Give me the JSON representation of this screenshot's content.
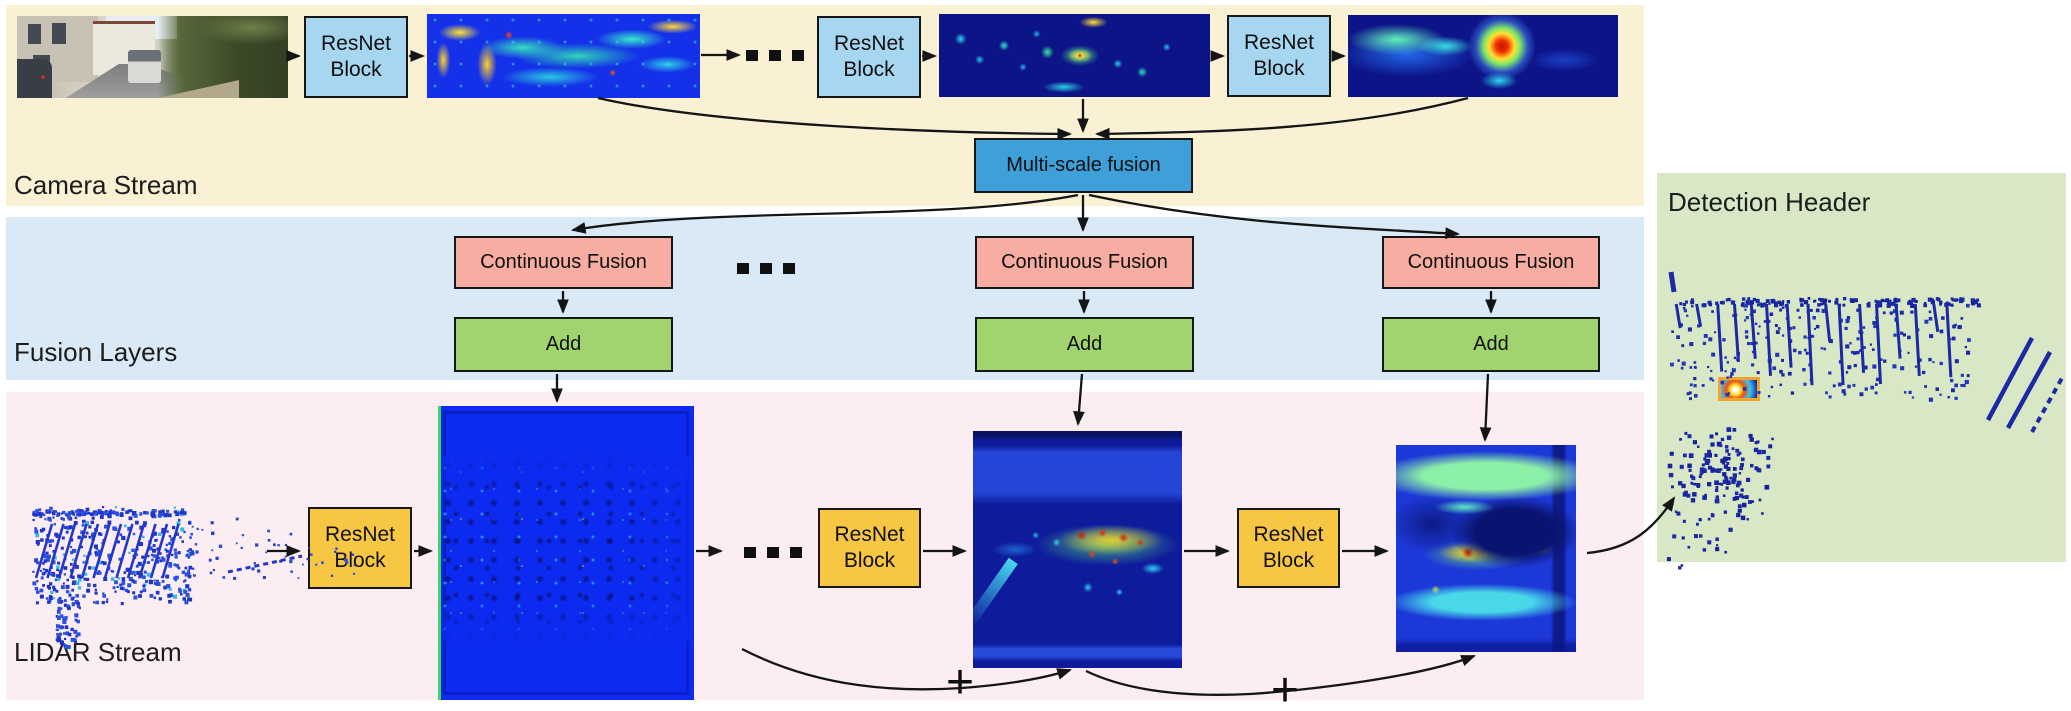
{
  "panels": {
    "camera_stream": {
      "label": "Camera Stream",
      "bg_color": "#faf0d4"
    },
    "fusion_layers": {
      "label": "Fusion Layers",
      "bg_color": "#d9eaf6"
    },
    "lidar_stream": {
      "label": "LIDAR Stream",
      "bg_color": "#fcedf2"
    },
    "detection_header": {
      "label": "Detection Header",
      "bg_color": "#d8e8c7"
    }
  },
  "nodes": {
    "resnet_block": {
      "label": "ResNet Block",
      "camera_fill": "#a6d6f0",
      "lidar_fill": "#f7c643"
    },
    "multi_scale_fusion": {
      "label": "Multi-scale fusion",
      "fill": "#3e9fd9"
    },
    "continuous_fusion": {
      "label": "Continuous Fusion",
      "fill": "#f8ada3"
    },
    "add": {
      "label": "Add",
      "fill": "#a1d36f"
    }
  },
  "symbols": {
    "plus": "+"
  },
  "annotation_colors": {
    "detection_box": "#f2a42c",
    "arrow": "#151515"
  }
}
